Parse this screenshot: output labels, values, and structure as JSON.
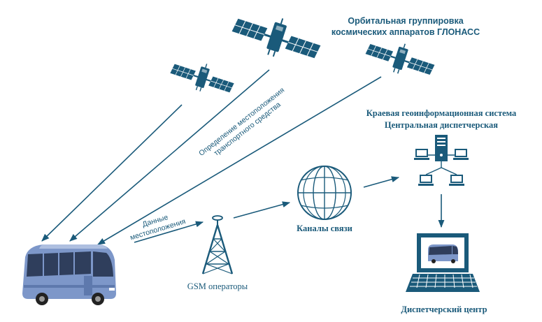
{
  "labels": {
    "constellation_line1": "Орбитальная группировка",
    "constellation_line2": "космических аппаратов ГЛОНАСС",
    "positioning_line1": "Определение местоположения",
    "positioning_line2": "транспортного средства",
    "location_data_line1": "Данные",
    "location_data_line2": "местоположения",
    "gsm": "GSM операторы",
    "channels": "Каналы связи",
    "regional_line1": "Краевая геоинформационная система",
    "regional_line2": "Центральная диспетчерская",
    "dispatch": "Диспетчерский центр"
  },
  "colors": {
    "primary": "#1a5a7a",
    "bus_body": "#7d97c9",
    "bus_dark": "#2f3e5c",
    "screen": "#ffffff"
  },
  "icons": [
    "satellite-icon",
    "bus-icon",
    "gsm-tower-icon",
    "globe-icon",
    "server-network-icon",
    "laptop-icon"
  ]
}
